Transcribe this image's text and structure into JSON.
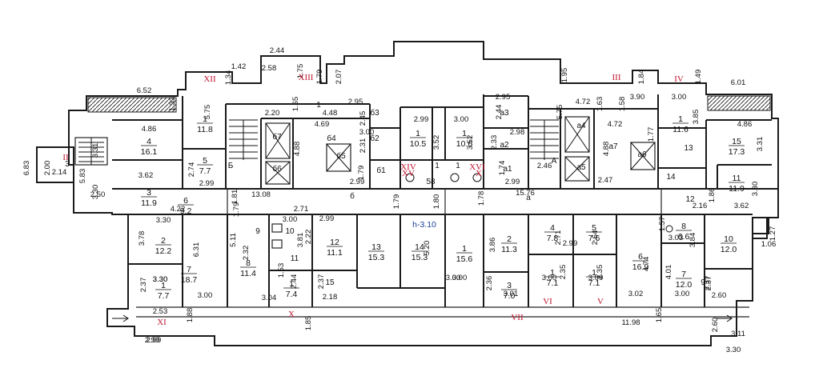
{
  "level_mark": "h-3.10",
  "dims": [
    {
      "t": "2.44"
    },
    {
      "t": "2.58"
    },
    {
      "t": "1.75"
    },
    {
      "t": "1.42"
    },
    {
      "t": "1.34"
    },
    {
      "t": "1.79"
    },
    {
      "t": "2.07"
    },
    {
      "t": "6.52"
    },
    {
      "t": "1.33"
    },
    {
      "t": "5.75"
    },
    {
      "t": "1.65"
    },
    {
      "t": "2.20"
    },
    {
      "t": "4.48"
    },
    {
      "t": "4.69"
    },
    {
      "t": "4.86"
    },
    {
      "t": "3.31"
    },
    {
      "t": "3.62"
    },
    {
      "t": "3.30"
    },
    {
      "t": "2.50"
    },
    {
      "t": "5.83"
    },
    {
      "t": "6.83"
    },
    {
      "t": "2.00"
    },
    {
      "t": "2.14"
    },
    {
      "t": "2.74"
    },
    {
      "t": "2.99"
    },
    {
      "t": "4.88"
    },
    {
      "t": "2.45"
    },
    {
      "t": "2.95"
    },
    {
      "t": "2.31"
    },
    {
      "t": "3.00"
    },
    {
      "t": "1.79"
    },
    {
      "t": "2.99"
    },
    {
      "t": "2.99"
    },
    {
      "t": "3.00"
    },
    {
      "t": "3.52"
    },
    {
      "t": "3.52"
    },
    {
      "t": "1.95"
    },
    {
      "t": "1.84"
    },
    {
      "t": "1.49"
    },
    {
      "t": "6.01"
    },
    {
      "t": "2.95"
    },
    {
      "t": "5.75"
    },
    {
      "t": "4.72"
    },
    {
      "t": "1.63"
    },
    {
      "t": "1.58"
    },
    {
      "t": "3.90"
    },
    {
      "t": "3.00"
    },
    {
      "t": "2.44"
    },
    {
      "t": "2.33"
    },
    {
      "t": "2.98"
    },
    {
      "t": "4.72"
    },
    {
      "t": "1.77"
    },
    {
      "t": "3.85"
    },
    {
      "t": "4.86"
    },
    {
      "t": "3.31"
    },
    {
      "t": "1.74"
    },
    {
      "t": "2.99"
    },
    {
      "t": "2.46"
    },
    {
      "t": "4.88"
    },
    {
      "t": "2.47"
    },
    {
      "t": "3.30"
    },
    {
      "t": "13.08"
    },
    {
      "t": "4.22"
    },
    {
      "t": "1.81"
    },
    {
      "t": "1.79"
    },
    {
      "t": "2.71"
    },
    {
      "t": "1.79"
    },
    {
      "t": "1.80"
    },
    {
      "t": "1.78"
    },
    {
      "t": "15.76"
    },
    {
      "t": "1.86"
    },
    {
      "t": "2.16"
    },
    {
      "t": "3.62"
    },
    {
      "t": "3.30"
    },
    {
      "t": "3.78"
    },
    {
      "t": "3.30"
    },
    {
      "t": "6.31"
    },
    {
      "t": "5.11"
    },
    {
      "t": "2.32"
    },
    {
      "t": "3.00"
    },
    {
      "t": "2.99"
    },
    {
      "t": "2.22"
    },
    {
      "t": "3.81"
    },
    {
      "t": "3.86"
    },
    {
      "t": "5.20"
    },
    {
      "t": "3.00"
    },
    {
      "t": "2.71"
    },
    {
      "t": "2.99"
    },
    {
      "t": "2.64"
    },
    {
      "t": "1.57"
    },
    {
      "t": "3.03"
    },
    {
      "t": "3.84"
    },
    {
      "t": "1.27"
    },
    {
      "t": "1.06"
    },
    {
      "t": "4.74"
    },
    {
      "t": "4.01"
    },
    {
      "t": "2.37"
    },
    {
      "t": "3.30"
    },
    {
      "t": "2.53"
    },
    {
      "t": "1.88"
    },
    {
      "t": "2.99"
    },
    {
      "t": "2.37"
    },
    {
      "t": "3.00"
    },
    {
      "t": "1.53"
    },
    {
      "t": "2.44"
    },
    {
      "t": "2.37"
    },
    {
      "t": "3.04"
    },
    {
      "t": "2.18"
    },
    {
      "t": "1.85"
    },
    {
      "t": "3.00"
    },
    {
      "t": "2.36"
    },
    {
      "t": "3.01"
    },
    {
      "t": "2.35"
    },
    {
      "t": "2.35"
    },
    {
      "t": "3.00"
    },
    {
      "t": "3.00"
    },
    {
      "t": "3.02"
    },
    {
      "t": "3.00"
    },
    {
      "t": "2.37"
    },
    {
      "t": "2.60"
    },
    {
      "t": "11.98"
    },
    {
      "t": "1.65"
    },
    {
      "t": "2.60"
    },
    {
      "t": "3.11"
    },
    {
      "t": "3.30"
    },
    {
      "t": "2.99"
    }
  ],
  "rooms": [
    {
      "n": "1",
      "a": "11.8"
    },
    {
      "n": "4",
      "a": "16.1"
    },
    {
      "n": "3",
      "a": "11.9"
    },
    {
      "n": "5",
      "a": "7.7"
    },
    {
      "n": "6",
      "a": "9.2"
    },
    {
      "n": "2",
      "a": "12.2"
    },
    {
      "n": "1",
      "a": "7.7"
    },
    {
      "n": "7",
      "a": "18.7"
    },
    {
      "n": "8",
      "a": "11.4"
    },
    {
      "n": "12",
      "a": "11.1"
    },
    {
      "n": "13",
      "a": "15.3"
    },
    {
      "n": "14",
      "a": "15.3"
    },
    {
      "n": "1",
      "a": "15.6"
    },
    {
      "n": "1",
      "a": "7.4"
    },
    {
      "n": "1",
      "a": "10.5"
    },
    {
      "n": "1",
      "a": "10.6"
    },
    {
      "n": "1",
      "a": "11.6"
    },
    {
      "n": "15",
      "a": "17.3"
    },
    {
      "n": "11",
      "a": "11.9"
    },
    {
      "n": "2",
      "a": "11.3"
    },
    {
      "n": "4",
      "a": "7.8"
    },
    {
      "n": "5",
      "a": "7.6"
    },
    {
      "n": "6",
      "a": "16.9"
    },
    {
      "n": "8",
      "a": "6.6"
    },
    {
      "n": "10",
      "a": "12.0"
    },
    {
      "n": "7",
      "a": "12.0"
    },
    {
      "n": "3",
      "a": "7.0"
    },
    {
      "n": "1",
      "a": "7.1"
    },
    {
      "n": "1",
      "a": "7.1"
    }
  ],
  "codes": [
    {
      "t": "1"
    },
    {
      "t": "б3"
    },
    {
      "t": "б4"
    },
    {
      "t": "б2"
    },
    {
      "t": "б5"
    },
    {
      "t": "б6"
    },
    {
      "t": "б7"
    },
    {
      "t": "Б"
    },
    {
      "t": "б1"
    },
    {
      "t": "б"
    },
    {
      "t": "1"
    },
    {
      "t": "1"
    },
    {
      "t": "а3"
    },
    {
      "t": "а2"
    },
    {
      "t": "а1"
    },
    {
      "t": "а4"
    },
    {
      "t": "а5"
    },
    {
      "t": "а6"
    },
    {
      "t": "а7"
    },
    {
      "t": "А"
    },
    {
      "t": "а"
    },
    {
      "t": "13"
    },
    {
      "t": "14"
    },
    {
      "t": "12"
    },
    {
      "t": "9"
    },
    {
      "t": "10"
    },
    {
      "t": "11"
    },
    {
      "t": "15"
    },
    {
      "t": "9"
    },
    {
      "t": "3"
    },
    {
      "t": "58"
    }
  ],
  "romans": [
    {
      "t": "XIII"
    },
    {
      "t": "XII"
    },
    {
      "t": "III"
    },
    {
      "t": "IV"
    },
    {
      "t": "II"
    },
    {
      "t": "XIV"
    },
    {
      "t": "XV"
    },
    {
      "t": "XVI"
    },
    {
      "t": "X"
    },
    {
      "t": "XI"
    },
    {
      "t": "X"
    },
    {
      "t": "VII"
    },
    {
      "t": "VI"
    },
    {
      "t": "V"
    }
  ],
  "icons": [
    "elevator-shaft-icon",
    "stair-icon",
    "entrance-arrow-icon",
    "toilet-icon"
  ]
}
